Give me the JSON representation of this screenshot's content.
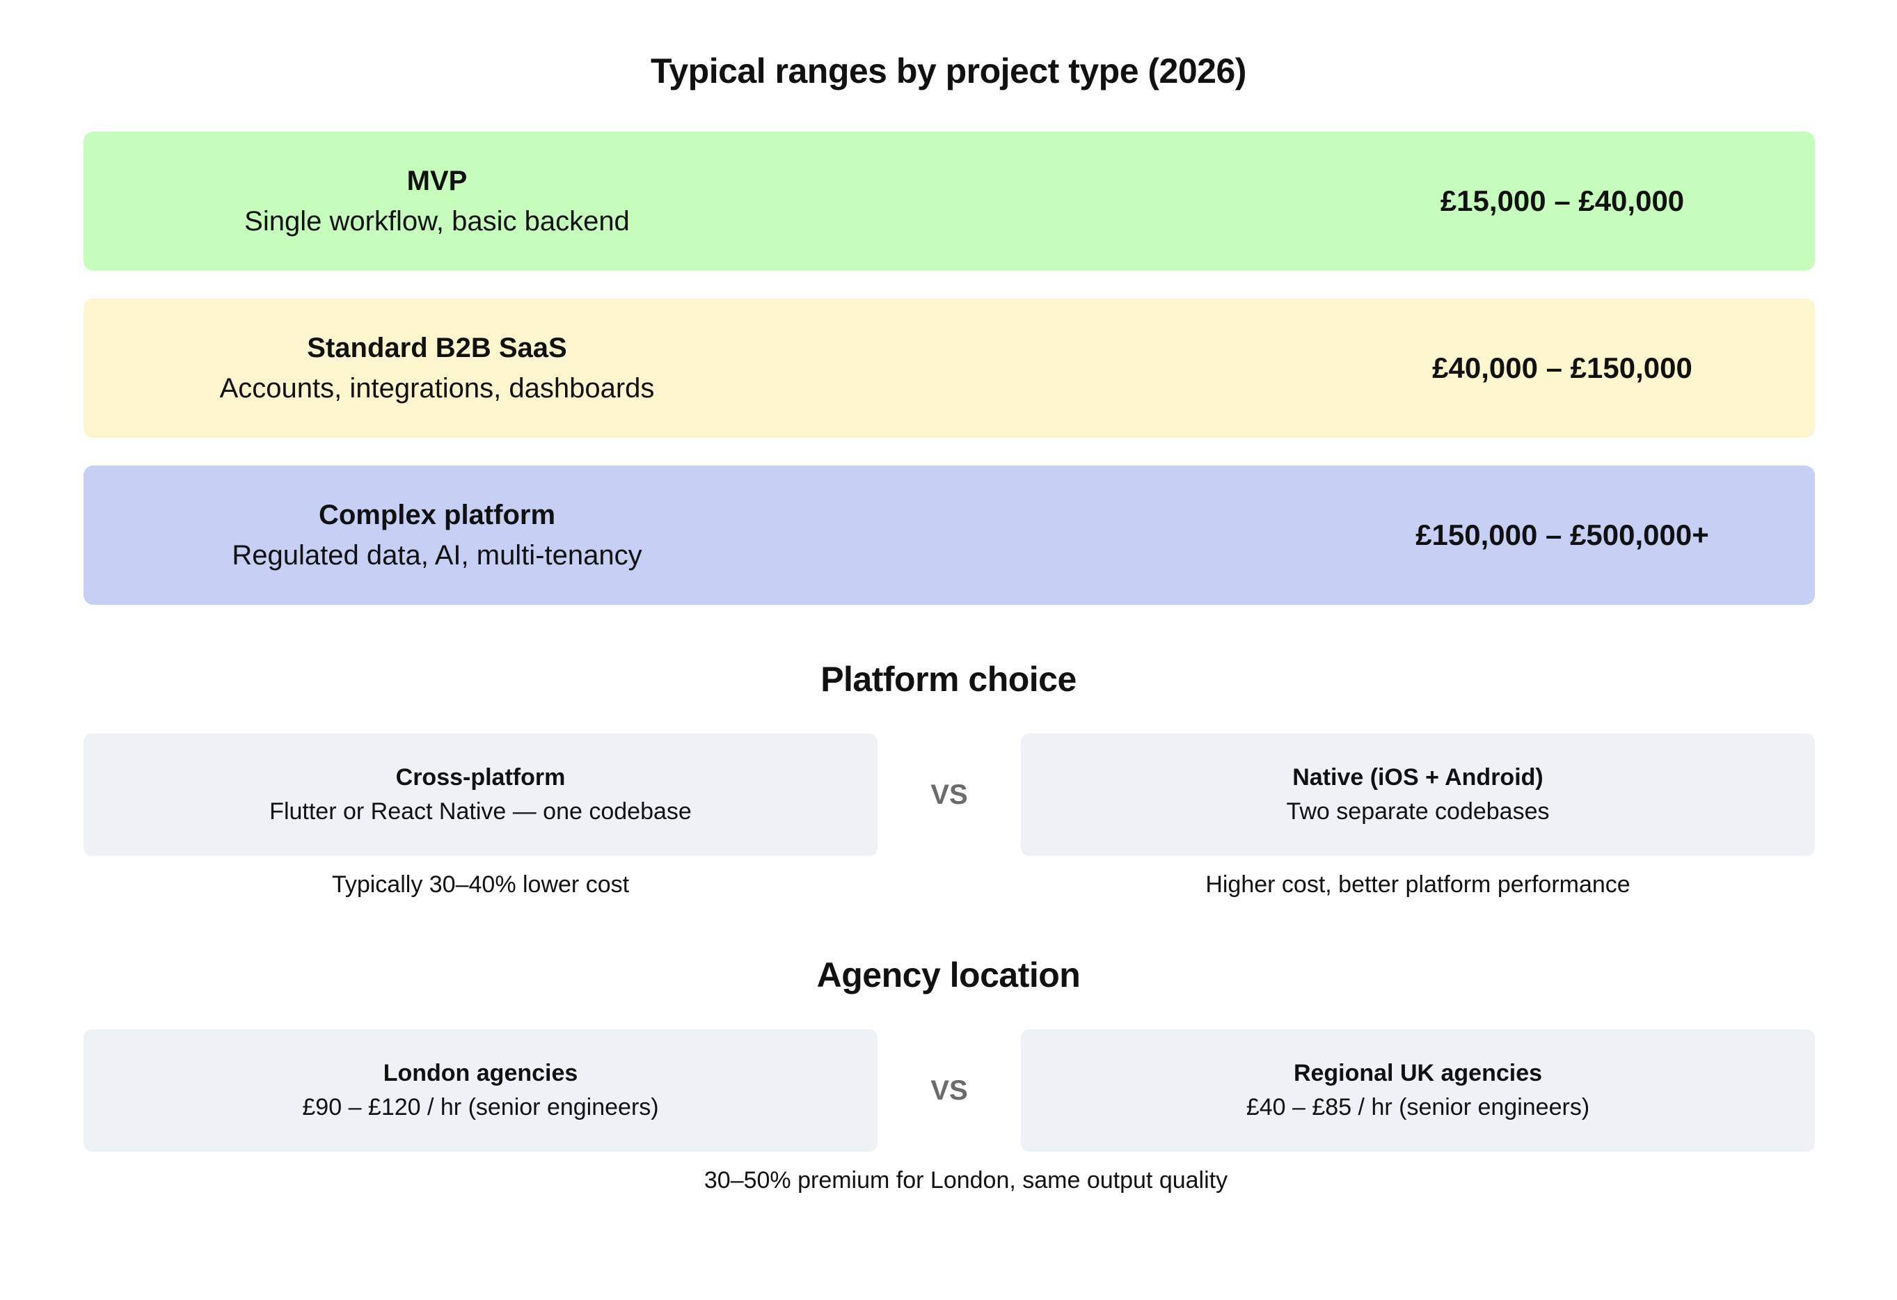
{
  "ranges": {
    "title": "Typical ranges by project type (2026)",
    "tiers": [
      {
        "name": "MVP",
        "description": "Single workflow, basic backend",
        "range": "£15,000 – £40,000",
        "color": "#c6fdbd"
      },
      {
        "name": "Standard B2B SaaS",
        "description": "Accounts, integrations, dashboards",
        "range": "£40,000 – £150,000",
        "color": "#fcf5cd"
      },
      {
        "name": "Complex platform",
        "description": "Regulated data, AI, multi-tenancy",
        "range": "£150,000 – £500,000+",
        "color": "#c5d0f4"
      }
    ]
  },
  "platform": {
    "title": "Platform choice",
    "left": {
      "title": "Cross-platform",
      "description": "Flutter or React Native — one codebase",
      "note": "Typically 30–40% lower cost"
    },
    "vs": "VS",
    "right": {
      "title": "Native (iOS + Android)",
      "description": "Two separate codebases",
      "note": "Higher cost, better platform performance"
    }
  },
  "location": {
    "title": "Agency location",
    "left": {
      "title": "London agencies",
      "description": "£90 – £120 / hr (senior engineers)"
    },
    "vs": "VS",
    "right": {
      "title": "Regional UK agencies",
      "description": "£40 – £85 / hr (senior engineers)"
    },
    "note": "30–50% premium for London, same output quality"
  },
  "colors": {
    "card_background": "#eef2f7",
    "vs_text": "#6b6b6b",
    "text": "#111111"
  }
}
